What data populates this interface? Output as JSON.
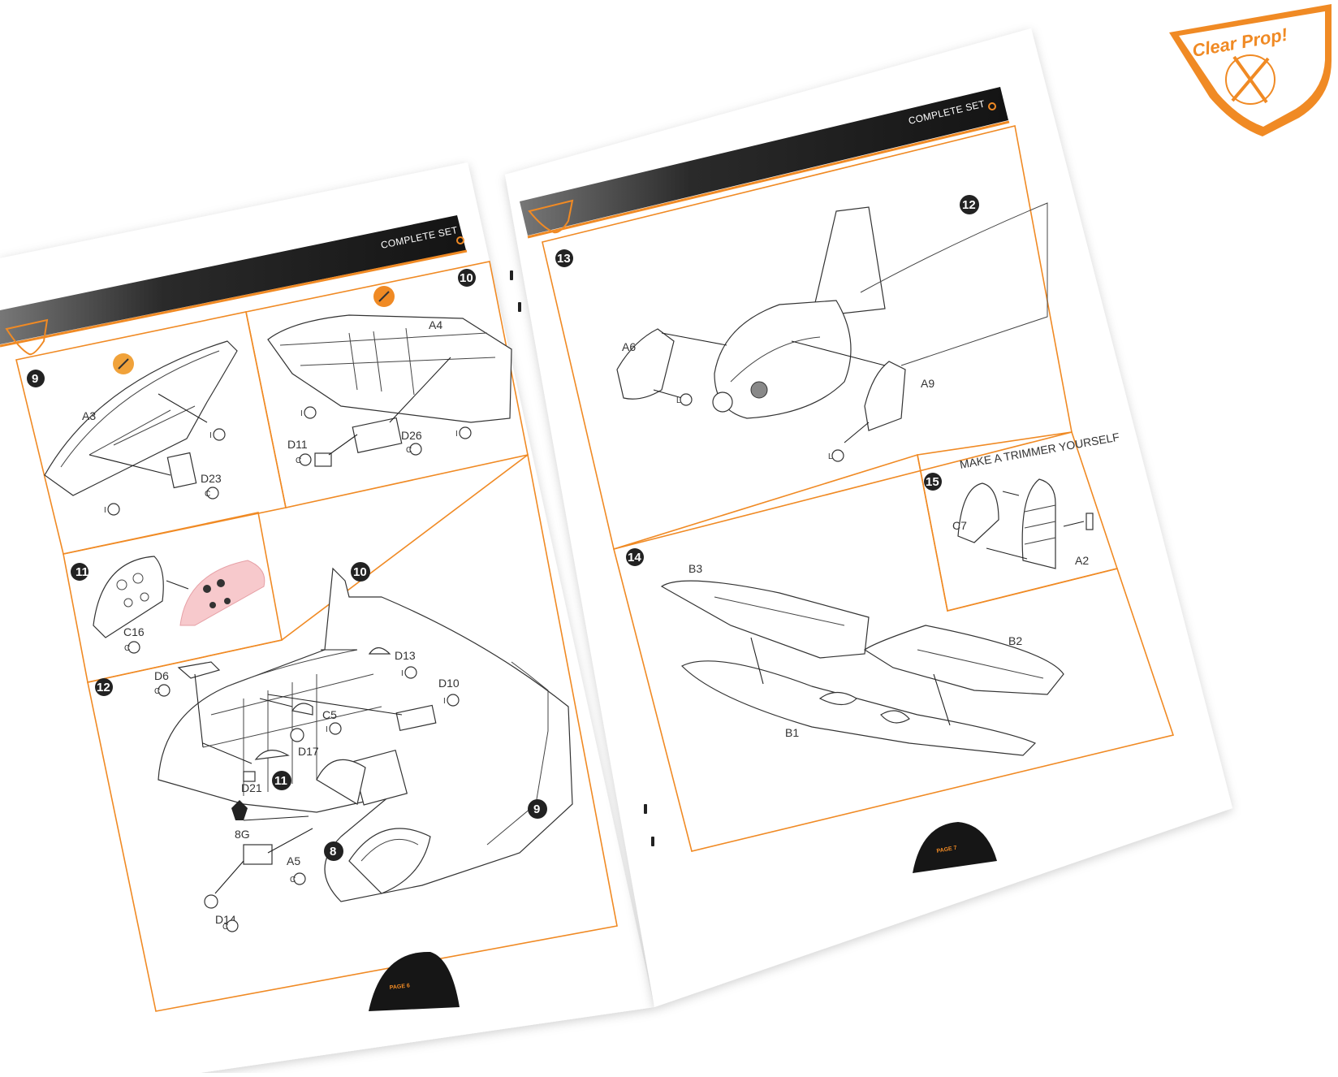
{
  "brand": {
    "logo_text": "Clear Prop!",
    "accent_color": "#f08a24",
    "header_color": "#1c1c1c"
  },
  "left_page": {
    "header": "COMPLETE SET",
    "page_label": "PAGE 6",
    "steps": {
      "s9": {
        "number": "9",
        "parts": [
          "A3",
          "D23"
        ],
        "codes": [
          "C",
          "I",
          "I"
        ]
      },
      "s10": {
        "number": "10",
        "parts": [
          "A4",
          "D11",
          "D26"
        ],
        "codes": [
          "I",
          "C",
          "C",
          "I"
        ]
      },
      "s11": {
        "number": "11",
        "parts": [
          "C16"
        ],
        "codes": [
          "C"
        ]
      },
      "s12": {
        "number": "12",
        "parts": [
          "D6",
          "D13",
          "D10",
          "C5",
          "D17",
          "D21",
          "8G",
          "A5",
          "D14"
        ],
        "codes": [
          "C",
          "I",
          "I",
          "I",
          "C",
          "C"
        ],
        "ref_markers": [
          "10",
          "11",
          "8",
          "9"
        ]
      }
    }
  },
  "right_page": {
    "header": "COMPLETE SET",
    "page_label": "PAGE 7",
    "steps": {
      "s13": {
        "number": "13",
        "parts": [
          "A6",
          "A9"
        ],
        "codes": [
          "L",
          "L"
        ],
        "ref_markers": [
          "12"
        ]
      },
      "s14": {
        "number": "14",
        "parts": [
          "B3",
          "B2",
          "B1"
        ]
      },
      "s15": {
        "number": "15",
        "title": "MAKE A TRIMMER YOURSELF",
        "parts": [
          "C7",
          "A2"
        ]
      }
    }
  }
}
